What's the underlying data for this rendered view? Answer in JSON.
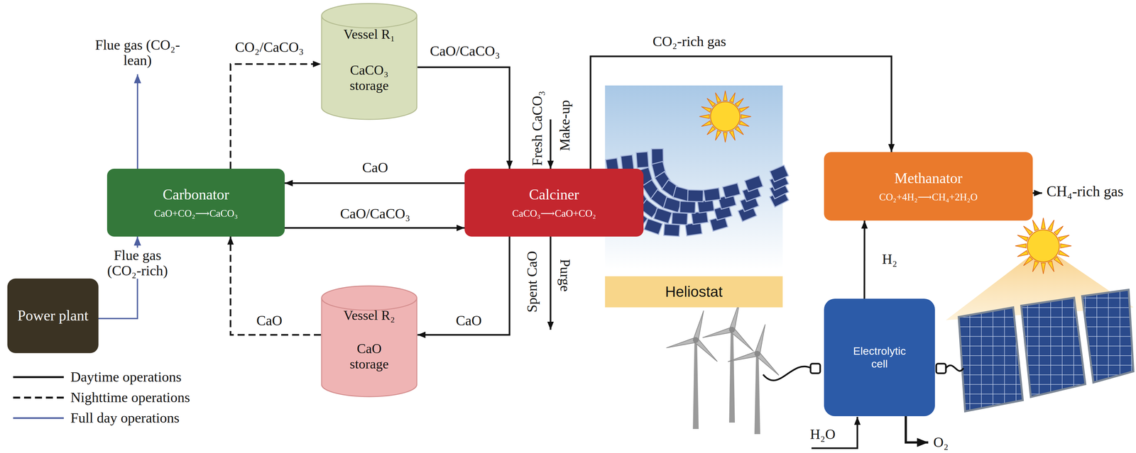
{
  "diagram": {
    "nodes": [
      {
        "text": [
          "Vessel R₁",
          "CaCO₃ storage"
        ]
      },
      {
        "text": [
          "Carbonator",
          "CaO+CO₂⟶CaCO₃"
        ]
      },
      {
        "text": [
          "Calciner",
          "CaCO₃⟶CaO+CO₂"
        ]
      },
      {
        "text": [
          "Methanator",
          "CO₂+4H₂⟶CH₄+2H₂O"
        ]
      },
      {
        "text": [
          "Power plant"
        ]
      },
      {
        "text": [
          "Vessel R₂",
          "CaO storage"
        ]
      },
      {
        "text": [
          "Heliostat"
        ]
      },
      {
        "text": [
          "Electrolytic cell"
        ]
      }
    ],
    "edges": [
      {
        "from": 4,
        "to": 1,
        "label": "Flue gas (CO₂-rich)",
        "arrow": "to"
      },
      {
        "from": 1,
        "to": 0,
        "label": "CO₂/CaCO₃",
        "arrow": "to"
      },
      {
        "from": 0,
        "to": 2,
        "label": "CaO/CaCO₃",
        "arrow": "to"
      },
      {
        "from": 2,
        "to": 1,
        "label": "CaO",
        "arrow": "to"
      },
      {
        "from": 1,
        "to": 2,
        "label": "CaO/CaCO₃",
        "arrow": "to"
      },
      {
        "from": 2,
        "to": 5,
        "label": "CaO",
        "arrow": "to"
      },
      {
        "from": 5,
        "to": 1,
        "label": "CaO",
        "arrow": "to"
      },
      {
        "from": 2,
        "to": 3,
        "label": "CO₂-rich gas",
        "arrow": "to"
      },
      {
        "from": 7,
        "to": 3,
        "label": "H₂",
        "arrow": "to"
      }
    ],
    "labels": [
      "Flue gas (CO₂-lean)",
      "Fresh CaCO₃",
      "Make-up",
      "Spent CaO",
      "Purge",
      "CH₄-rich gas",
      "H₂O",
      "O₂"
    ],
    "legend": [
      {
        "text": "Daytime operations"
      },
      {
        "text": "Nighttime operations"
      },
      {
        "text": "Full day operations"
      }
    ]
  }
}
